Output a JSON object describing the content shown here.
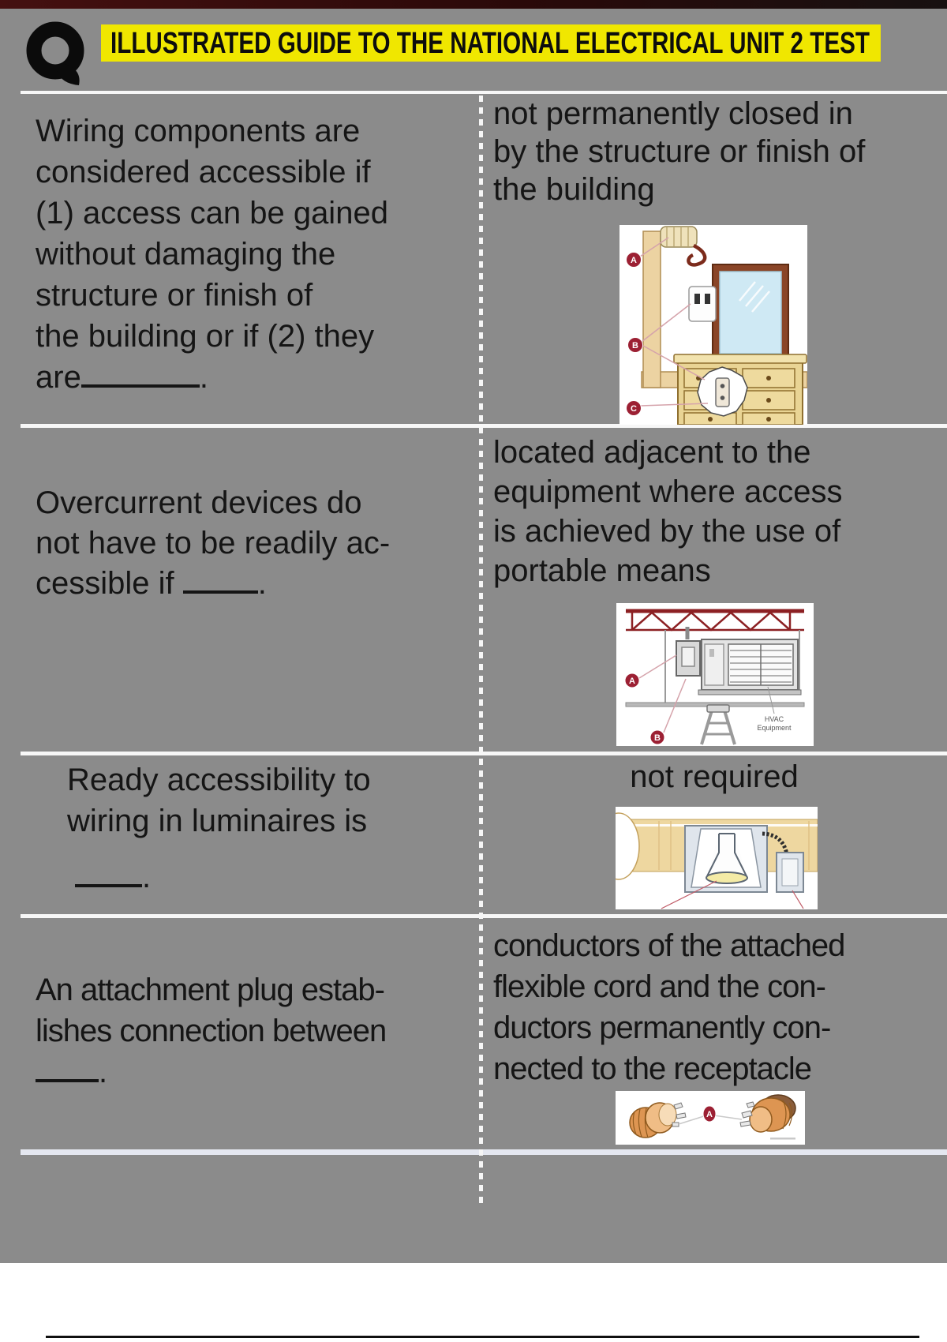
{
  "header": {
    "logo_icon": "quizlet-q-logo",
    "title": "ILLUSTRATED GUIDE TO THE NATIONAL ELECTRICAL UNIT 2 TEST"
  },
  "colors": {
    "page_background": "#8b8b8b",
    "title_highlight": "#f0e700",
    "title_text": "#0d0d0d",
    "body_text": "#151515",
    "table_lines": "#f7f7f7",
    "label_marker_red": "#9c2033",
    "truss_red": "#8c2023",
    "wood_tan": "#ecd3a2",
    "mirror_frame_brown": "#8a4527",
    "mirror_glass_blue": "#cfe9f4",
    "plug_copper": "#dd9552"
  },
  "rows": [
    {
      "question": {
        "lines": [
          "Wiring components are",
          "considered accessible if",
          "(1) access can be gained",
          "without damaging the",
          "structure or finish of",
          "the building or if (2) they"
        ],
        "blank": {
          "pre": "are",
          "post": "."
        }
      },
      "answer": {
        "lines": [
          "not permanently closed in",
          "by the structure or finish of",
          "the building"
        ]
      },
      "illustration": {
        "name": "outlet-behind-dresser-cutaway",
        "labels": [
          "A",
          "B",
          "C"
        ]
      }
    },
    {
      "question": {
        "lines": [
          "Overcurrent devices do",
          "not have to be readily ac-"
        ],
        "blank": {
          "pre": "cessible if ",
          "post": "."
        }
      },
      "answer": {
        "lines": [
          "located adjacent to the",
          "equipment where access",
          "is achieved by the use of",
          "portable means"
        ]
      },
      "illustration": {
        "name": "suspended-hvac-unit-with-ladder",
        "labels": [
          "A",
          "B"
        ],
        "caption": [
          "HVAC",
          "Equipment"
        ]
      }
    },
    {
      "question": {
        "lines": [
          "Ready accessibility to",
          "wiring in luminaires is"
        ],
        "blank": {
          "pre": "",
          "post": "."
        }
      },
      "answer": {
        "lines": [
          "not required"
        ]
      },
      "illustration": {
        "name": "recessed-luminaire-in-ceiling",
        "labels": []
      }
    },
    {
      "question": {
        "lines": [
          "An attachment plug estab-",
          "lishes connection between"
        ],
        "blank": {
          "pre": "",
          "post": "."
        }
      },
      "answer": {
        "lines": [
          "conductors of the attached",
          "flexible cord and the con-",
          "ductors permanently con-",
          "nected to the receptacle"
        ]
      },
      "illustration": {
        "name": "attachment-plug-and-connector",
        "labels": [
          "A"
        ]
      }
    }
  ]
}
